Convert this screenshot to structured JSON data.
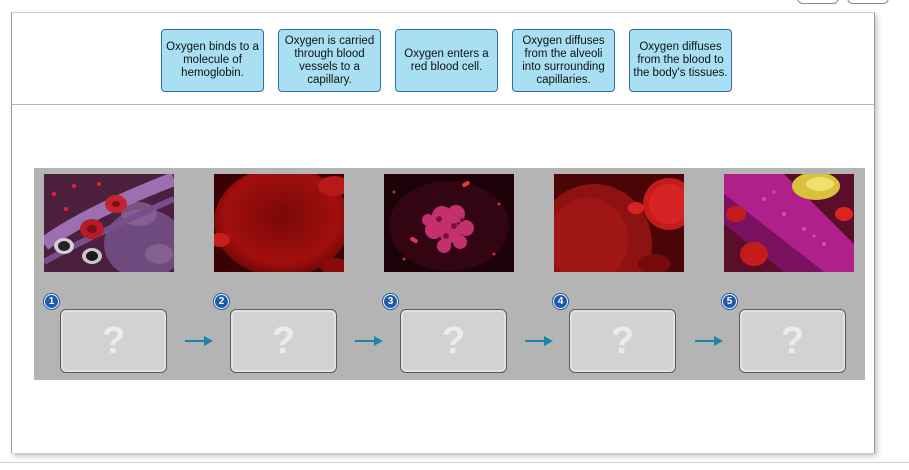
{
  "answer_cards": [
    {
      "text": "Oxygen binds to a molecule of hemoglobin."
    },
    {
      "text": "Oxygen is carried through blood vessels to a capillary."
    },
    {
      "text": "Oxygen enters a red blood cell."
    },
    {
      "text": "Oxygen diffuses from the alveoli into surrounding capillaries."
    },
    {
      "text": "Oxygen diffuses from the blood to the body's tissues."
    }
  ],
  "steps": [
    {
      "number": "1",
      "placeholder": "?"
    },
    {
      "number": "2",
      "placeholder": "?"
    },
    {
      "number": "3",
      "placeholder": "?"
    },
    {
      "number": "4",
      "placeholder": "?"
    },
    {
      "number": "5",
      "placeholder": "?"
    }
  ],
  "icons": {
    "arrow": "right-arrow-icon"
  },
  "colors": {
    "card_fill": "#a8dff2",
    "card_border": "#2f6fa7",
    "badge": "#1e5aa8",
    "arrow": "#1a86a8",
    "stage": "#b4b4b4"
  }
}
